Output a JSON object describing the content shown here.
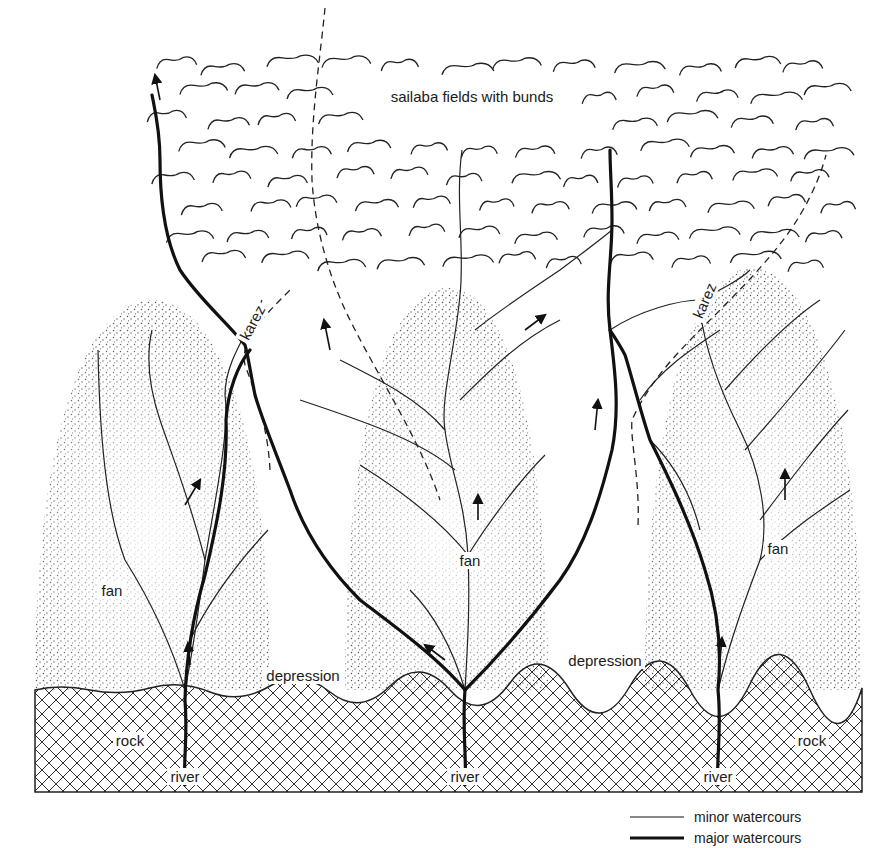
{
  "diagram": {
    "labels": [
      "sailaba fields with bunds",
      "karez",
      "karez",
      "fan",
      "fan",
      "fan",
      "depression",
      "depression",
      "rock",
      "rock",
      "river",
      "river",
      "river"
    ],
    "legend": [
      {
        "text": "minor watercours"
      },
      {
        "text": "major watercours"
      }
    ]
  }
}
